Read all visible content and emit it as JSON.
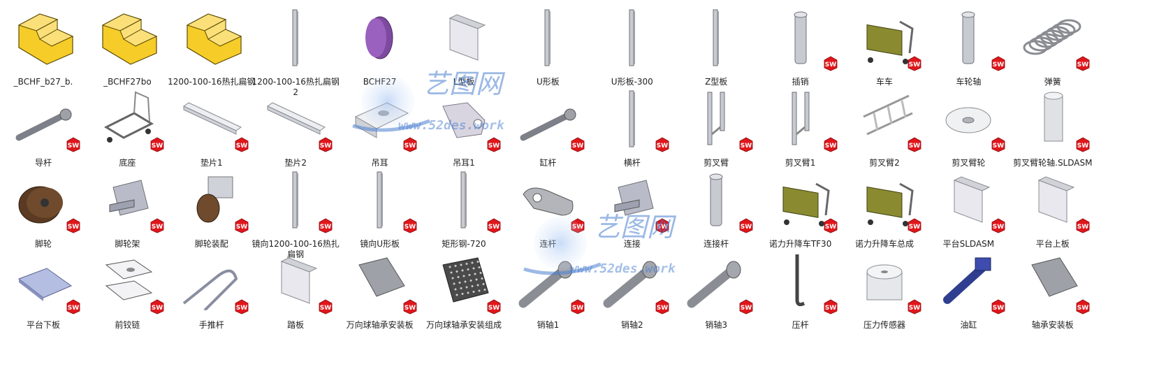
{
  "files": [
    {
      "name": "_BCHF_b27_b.",
      "kind": "folder",
      "icon": "folder-icon",
      "sw": false
    },
    {
      "name": "_BCHF27bo",
      "kind": "folder",
      "icon": "folder-icon",
      "sw": false
    },
    {
      "name": "1200-100-16热扎扁钢",
      "kind": "folder",
      "icon": "folder-icon",
      "sw": false
    },
    {
      "name": "1200-100-16热扎扁钢2",
      "kind": "bar",
      "icon": "flat-bar-icon",
      "sw": false
    },
    {
      "name": "BCHF27",
      "kind": "disc",
      "icon": "disc-icon",
      "sw": false
    },
    {
      "name": "L型板",
      "kind": "plate",
      "icon": "l-plate-icon",
      "sw": false
    },
    {
      "name": "U形板",
      "kind": "bar",
      "icon": "u-plate-icon",
      "sw": false
    },
    {
      "name": "U形板-300",
      "kind": "bar",
      "icon": "u-plate-icon",
      "sw": false
    },
    {
      "name": "Z型板",
      "kind": "bar",
      "icon": "z-plate-icon",
      "sw": false
    },
    {
      "name": "插销",
      "kind": "pin",
      "icon": "pin-icon",
      "sw": true
    },
    {
      "name": "车车",
      "kind": "cart",
      "icon": "cart-icon",
      "sw": true
    },
    {
      "name": "车轮轴",
      "kind": "pin",
      "icon": "axle-icon",
      "sw": true
    },
    {
      "name": "弹簧",
      "kind": "spring",
      "icon": "spring-icon",
      "sw": true
    },
    {
      "name": "导杆",
      "kind": "rod",
      "icon": "guide-rod-icon",
      "sw": true
    },
    {
      "name": "底座",
      "kind": "frame",
      "icon": "base-icon",
      "sw": true
    },
    {
      "name": "垫片1",
      "kind": "beam",
      "icon": "shim-icon",
      "sw": true
    },
    {
      "name": "垫片2",
      "kind": "beam",
      "icon": "shim-icon",
      "sw": true
    },
    {
      "name": "吊耳",
      "kind": "block",
      "icon": "lifting-lug-icon",
      "sw": true
    },
    {
      "name": "吊耳1",
      "kind": "lug",
      "icon": "lifting-lug-icon",
      "sw": true
    },
    {
      "name": "缸杆",
      "kind": "rod",
      "icon": "cylinder-rod-icon",
      "sw": true
    },
    {
      "name": "横杆",
      "kind": "bar",
      "icon": "crossbar-icon",
      "sw": true
    },
    {
      "name": "剪叉臂",
      "kind": "arm",
      "icon": "scissor-arm-icon",
      "sw": true
    },
    {
      "name": "剪叉臂1",
      "kind": "arm",
      "icon": "scissor-arm-icon",
      "sw": true
    },
    {
      "name": "剪叉臂2",
      "kind": "ladder",
      "icon": "scissor-arm-icon",
      "sw": true
    },
    {
      "name": "剪叉臂轮",
      "kind": "washer",
      "icon": "wheel-icon",
      "sw": true
    },
    {
      "name": "剪叉臂轮轴.SLDASM",
      "kind": "cyl",
      "icon": "shaft-icon",
      "sw": true
    },
    {
      "name": "脚轮",
      "kind": "wheel",
      "icon": "caster-wheel-icon",
      "sw": true
    },
    {
      "name": "脚轮架",
      "kind": "bracket",
      "icon": "caster-bracket-icon",
      "sw": true
    },
    {
      "name": "脚轮装配",
      "kind": "caster",
      "icon": "caster-assembly-icon",
      "sw": true
    },
    {
      "name": "镜向1200-100-16热扎扁钢",
      "kind": "bar",
      "icon": "flat-bar-icon",
      "sw": true
    },
    {
      "name": "镜向U形板",
      "kind": "bar",
      "icon": "u-plate-icon",
      "sw": true
    },
    {
      "name": "矩形钢-720",
      "kind": "bar",
      "icon": "rect-steel-icon",
      "sw": true
    },
    {
      "name": "连杆",
      "kind": "clevis",
      "icon": "link-icon",
      "sw": true
    },
    {
      "name": "连接",
      "kind": "bracket",
      "icon": "connector-icon",
      "sw": true
    },
    {
      "name": "连接杆",
      "kind": "pin",
      "icon": "connecting-rod-icon",
      "sw": true
    },
    {
      "name": "诺力升降车TF30",
      "kind": "cart",
      "icon": "lift-cart-icon",
      "sw": true
    },
    {
      "name": "诺力升降车总成",
      "kind": "cart",
      "icon": "lift-cart-icon",
      "sw": true
    },
    {
      "name": "平台SLDASM",
      "kind": "plate",
      "icon": "platform-icon",
      "sw": true
    },
    {
      "name": "平台上板",
      "kind": "plate",
      "icon": "platform-icon",
      "sw": true
    },
    {
      "name": "平台下板",
      "kind": "tray",
      "icon": "platform-icon",
      "sw": true
    },
    {
      "name": "前铰链",
      "kind": "hinge",
      "icon": "hinge-icon",
      "sw": true
    },
    {
      "name": "手推杆",
      "kind": "handle",
      "icon": "handle-icon",
      "sw": true
    },
    {
      "name": "踏板",
      "kind": "plate",
      "icon": "pedal-icon",
      "sw": true
    },
    {
      "name": "万向球轴承安装板",
      "kind": "panel",
      "icon": "mount-plate-icon",
      "sw": true
    },
    {
      "name": "万向球轴承安装组成",
      "kind": "grid",
      "icon": "ball-bearing-plate-icon",
      "sw": true
    },
    {
      "name": "销轴1",
      "kind": "bolt",
      "icon": "pin-shaft-icon",
      "sw": true
    },
    {
      "name": "销轴2",
      "kind": "bolt",
      "icon": "pin-shaft-icon",
      "sw": true
    },
    {
      "name": "销轴3",
      "kind": "bolt",
      "icon": "pin-shaft-icon",
      "sw": true
    },
    {
      "name": "压杆",
      "kind": "lever",
      "icon": "press-lever-icon",
      "sw": true
    },
    {
      "name": "压力传感器",
      "kind": "drum",
      "icon": "pressure-sensor-icon",
      "sw": true
    },
    {
      "name": "油缸",
      "kind": "hydraulic",
      "icon": "oil-cylinder-icon",
      "sw": true
    },
    {
      "name": "轴承安装板",
      "kind": "panel",
      "icon": "bearing-plate-icon",
      "sw": true
    }
  ],
  "sw_badge": {
    "text": "SW",
    "color": "#e0161b"
  },
  "watermark": {
    "brand": "艺图网",
    "url": "www.52des.work",
    "color": "#4a7fd0"
  }
}
